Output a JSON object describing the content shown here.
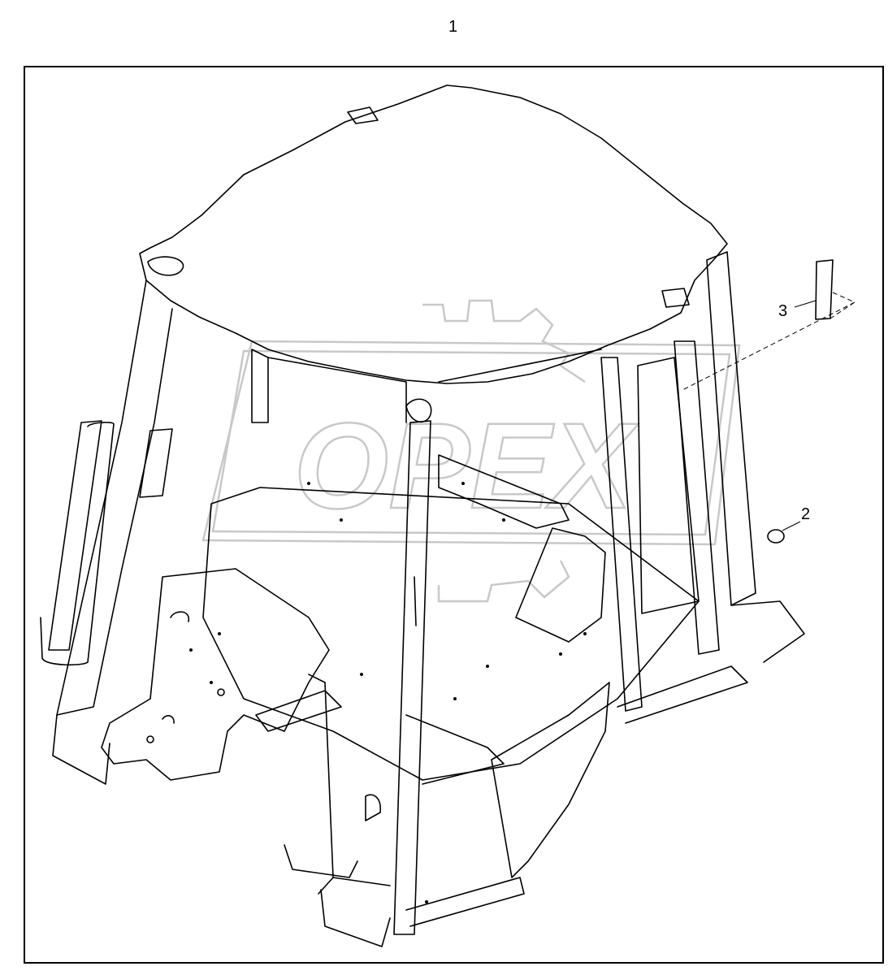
{
  "diagram": {
    "assembly_callout": "1",
    "callouts": [
      {
        "id": "decal",
        "label": "3"
      },
      {
        "id": "plug",
        "label": "2"
      }
    ],
    "watermark_text": "OPEX"
  }
}
